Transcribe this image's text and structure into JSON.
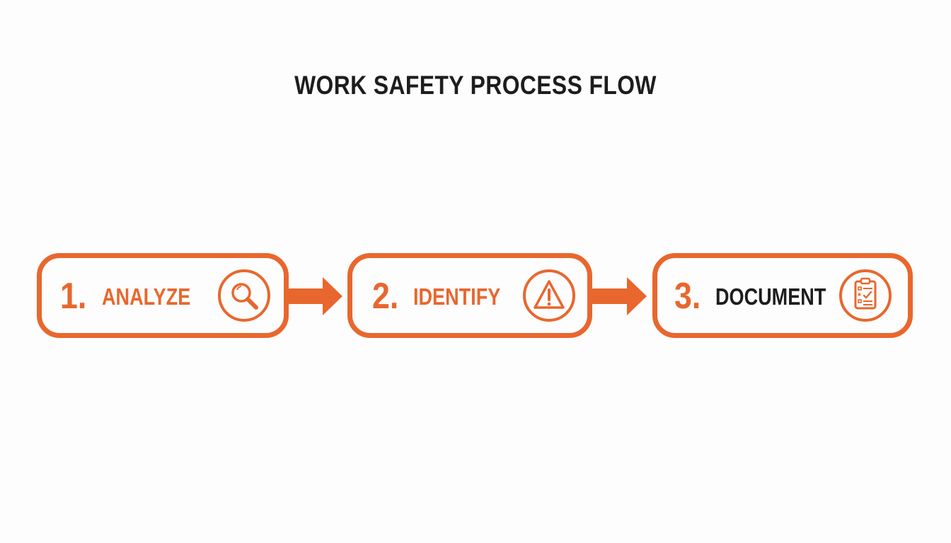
{
  "title": "WORK SAFETY PROCESS FLOW",
  "colors": {
    "accent": "#e8672e",
    "text_dark": "#1d1d1d",
    "background": "#fdfdfd"
  },
  "steps": [
    {
      "number": "1.",
      "label": "ANALYZE",
      "icon": "magnifying-glass-icon"
    },
    {
      "number": "2.",
      "label": "IDENTIFY",
      "icon": "warning-triangle-icon"
    },
    {
      "number": "3.",
      "label": "DOCUMENT",
      "icon": "clipboard-checklist-icon"
    }
  ],
  "connectors": [
    "arrow-right",
    "arrow-right"
  ]
}
